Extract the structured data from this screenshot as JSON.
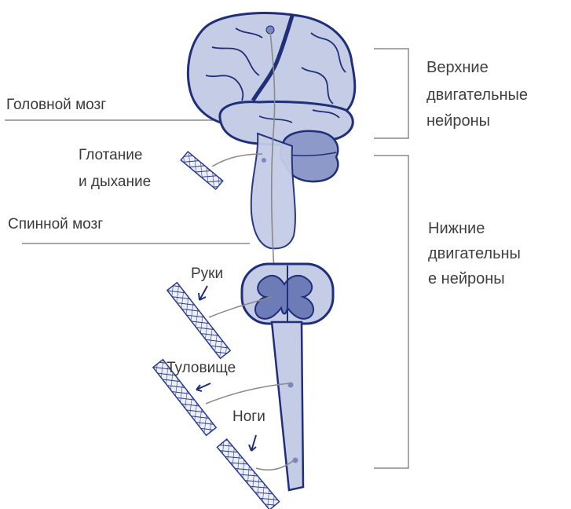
{
  "labels": {
    "brain": "Головной мозг",
    "swallow_line1": "Глотание",
    "swallow_line2": "и дыхание",
    "spinal": "Спинной мозг",
    "arms": "Руки",
    "trunk": "Туловище",
    "legs": "Ноги"
  },
  "groups": {
    "upper": [
      "Верхние",
      "двигательные",
      "нейроны"
    ],
    "lower": [
      "Нижние",
      "двигательны",
      "е нейроны"
    ]
  },
  "colors": {
    "tissue_fill": "#c5cce6",
    "outline": "#1f2f7a",
    "line": "#8a8a8a",
    "text": "#3a3a3a"
  }
}
